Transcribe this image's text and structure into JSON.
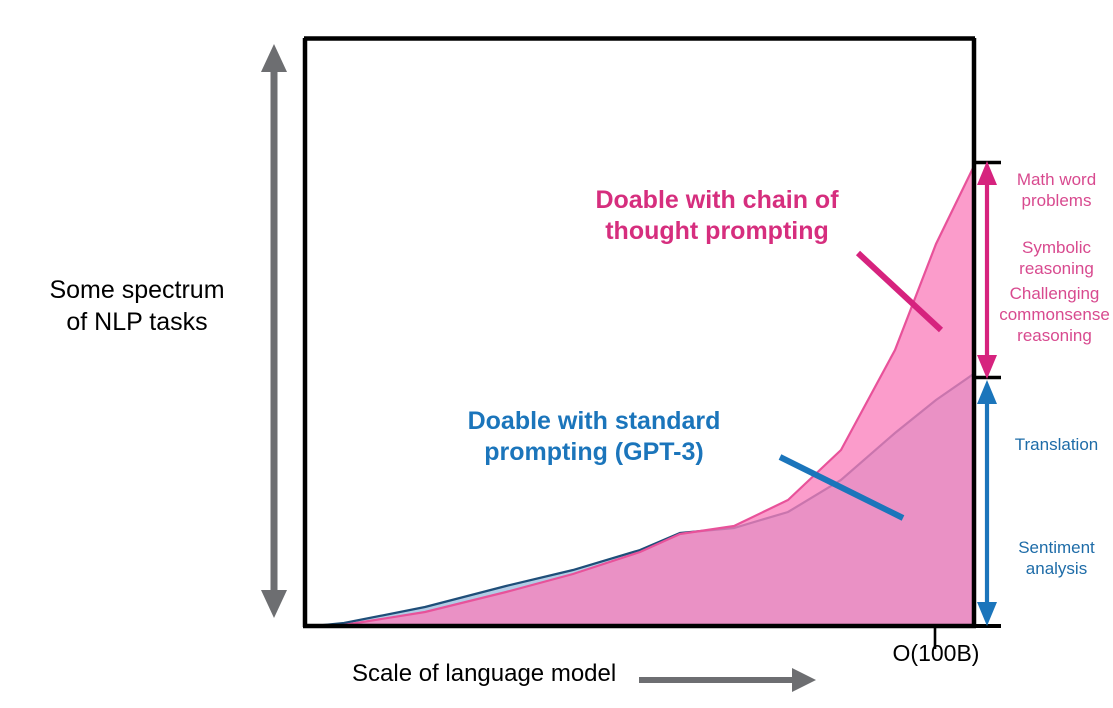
{
  "figure": {
    "axes": {
      "y_label": "Some spectrum of NLP tasks",
      "y_label_line1": "Some spectrum",
      "y_label_line2": "of NLP tasks",
      "x_label": "Scale of language model",
      "x_tick_label": "O(100B)",
      "x_arrow_icon": "right-arrow-icon",
      "y_arrow_icon": "vertical-double-arrow-icon"
    },
    "callouts": [
      {
        "id": "chain-of-thought",
        "line1": "Doable with chain of",
        "line2": "thought prompting",
        "color": "#D62E7E",
        "leader_icon": "leader-line-icon"
      },
      {
        "id": "standard-prompting",
        "line1": "Doable with standard",
        "line2": "prompting (GPT-3)",
        "color": "#1B75BB",
        "leader_icon": "leader-line-icon"
      }
    ],
    "brackets": [
      {
        "id": "chain-of-thought-range",
        "color": "#D6237E",
        "icon": "vertical-double-arrow-icon",
        "tasks": [
          {
            "id": "math-word-problems",
            "line1": "Math word",
            "line2": "problems"
          },
          {
            "id": "symbolic-reasoning",
            "line1": "Symbolic",
            "line2": "reasoning"
          },
          {
            "id": "challenging-commonsense-reasoning",
            "line1": "Challenging",
            "line2": "commonsense",
            "line3": "reasoning"
          }
        ]
      },
      {
        "id": "standard-prompting-range",
        "color": "#1B75BB",
        "icon": "vertical-double-arrow-icon",
        "tasks": [
          {
            "id": "translation",
            "line1": "Translation",
            "line2": ""
          },
          {
            "id": "sentiment-analysis",
            "line1": "Sentiment",
            "line2": "analysis"
          }
        ]
      }
    ],
    "colors": {
      "pink_fill": "#FA80BC",
      "pink_stroke": "#E8529A",
      "blue_fill": "#AEC9E4",
      "blue_stroke": "#1F4E79",
      "overlap_fill": "#A684CC",
      "axis": "#000000",
      "gray_arrow": "#6D6E71",
      "pink_accent": "#D6237E",
      "blue_accent": "#1B75BB"
    }
  },
  "chart_data": {
    "type": "area",
    "title": "",
    "xlabel": "Scale of language model",
    "ylabel": "Some spectrum of NLP tasks",
    "xlim": [
      0,
      1
    ],
    "ylim": [
      0,
      1
    ],
    "grid": false,
    "legend": "annotations",
    "xticks": [
      0.925
    ],
    "xticklabels": [
      "O(100B)"
    ],
    "yticks": [],
    "yticklabels": [],
    "series": [
      {
        "name": "Doable with standard prompting (GPT-3)",
        "color": "#AEC9E4",
        "stroke": "#1F4E79",
        "x": [
          0.0,
          0.06,
          0.18,
          0.3,
          0.4,
          0.5,
          0.56,
          0.64,
          0.72,
          0.8,
          0.88,
          0.94,
          1.0
        ],
        "y": [
          0.0,
          0.006,
          0.034,
          0.07,
          0.096,
          0.13,
          0.16,
          0.168,
          0.195,
          0.25,
          0.33,
          0.385,
          0.418
        ]
      },
      {
        "name": "Doable with chain of thought prompting",
        "color": "#FA80BC",
        "stroke": "#E8529A",
        "x": [
          0.0,
          0.06,
          0.18,
          0.3,
          0.4,
          0.5,
          0.56,
          0.64,
          0.72,
          0.8,
          0.88,
          0.94,
          1.0
        ],
        "y": [
          0.0,
          0.003,
          0.026,
          0.06,
          0.09,
          0.128,
          0.158,
          0.172,
          0.215,
          0.3,
          0.47,
          0.65,
          0.785
        ]
      }
    ],
    "annotations": [
      {
        "text": "Doable with chain of thought prompting",
        "color": "#D62E7E"
      },
      {
        "text": "Doable with standard prompting (GPT-3)",
        "color": "#1B75BB"
      },
      {
        "text": "Math word problems",
        "color": "#D84A8F"
      },
      {
        "text": "Symbolic reasoning",
        "color": "#D84A8F"
      },
      {
        "text": "Challenging commonsense reasoning",
        "color": "#D84A8F"
      },
      {
        "text": "Translation",
        "color": "#1E6CA8"
      },
      {
        "text": "Sentiment analysis",
        "color": "#1E6CA8"
      }
    ]
  }
}
